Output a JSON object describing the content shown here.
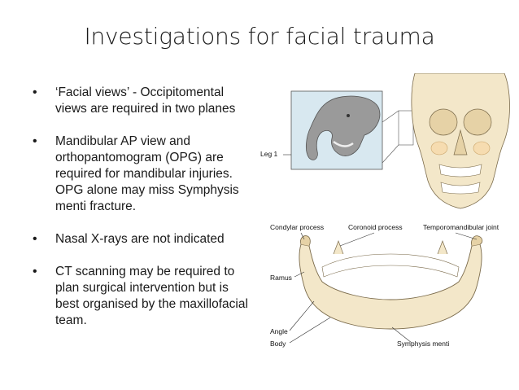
{
  "slide": {
    "title": "Investigations for facial trauma",
    "bullets": [
      "‘Facial views’ - Occipitomental views are required in two planes",
      "Mandibular AP view and orthopantomogram (OPG) are required for mandibular injuries. OPG alone may miss Symphysis menti fracture.",
      "Nasal X-rays are not indicated",
      "CT scanning may be required to plan surgical intervention but is best organised by the maxillofacial team."
    ]
  },
  "figure": {
    "skull_label": "Leg 1",
    "mandible_labels": {
      "condylar": "Condylar process",
      "coronoid": "Coronoid process",
      "tmj": "Temporomandibular joint",
      "ramus": "Ramus",
      "angle": "Angle",
      "body": "Body",
      "symphysis": "Symphysis menti"
    },
    "colors": {
      "bone": "#f3e7c9",
      "bone_shade": "#e6d2a6",
      "sinus": "#f6dcb0",
      "elephant_bg": "#d8e8f0",
      "elephant": "#9a9a9a"
    }
  }
}
